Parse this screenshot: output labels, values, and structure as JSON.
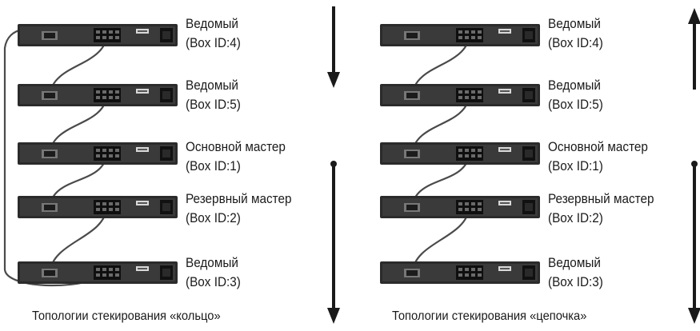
{
  "colors": {
    "device_body": "#2b2b2b",
    "device_panel": "#3a3a3a",
    "cable": "#4a4a4a",
    "arrow": "#1a1a1a",
    "text": "#1a1a1a"
  },
  "topologies": [
    {
      "id": "ring",
      "caption": "Топологии стекирования «кольцо»",
      "arrow_direction": "down",
      "units": [
        {
          "role": "Ведомый",
          "box_id": "(Box ID:4)"
        },
        {
          "role": "Ведомый",
          "box_id": "(Box ID:5)"
        },
        {
          "role": "Основной мастер",
          "box_id": "(Box ID:1)"
        },
        {
          "role": "Резервный мастер",
          "box_id": "(Box ID:2)"
        },
        {
          "role": "Ведомый",
          "box_id": "(Box ID:3)"
        }
      ]
    },
    {
      "id": "chain",
      "caption": "Топологии стекирования «цепочка»",
      "arrow_direction": "up",
      "units": [
        {
          "role": "Ведомый",
          "box_id": "(Box ID:4)"
        },
        {
          "role": "Ведомый",
          "box_id": "(Box ID:5)"
        },
        {
          "role": "Основной мастер",
          "box_id": "(Box ID:1)"
        },
        {
          "role": "Резервный мастер",
          "box_id": "(Box ID:2)"
        },
        {
          "role": "Ведомый",
          "box_id": "(Box ID:3)"
        }
      ]
    }
  ]
}
